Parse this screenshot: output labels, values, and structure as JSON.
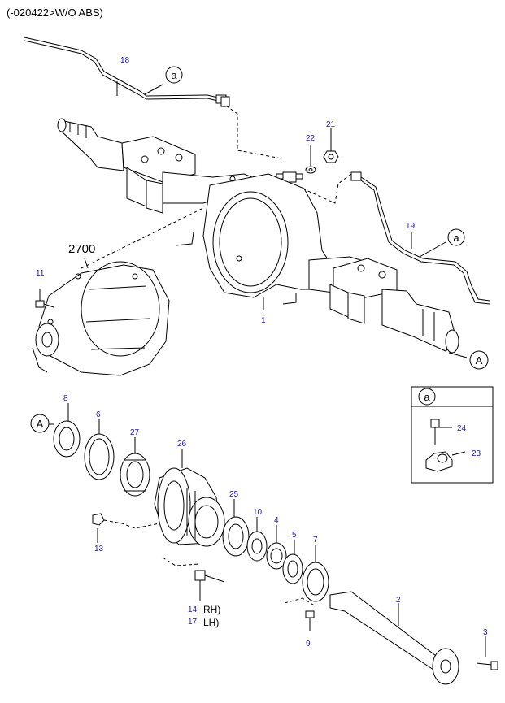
{
  "header": {
    "title": "(-020422>W/O ABS)"
  },
  "callouts": [
    {
      "id": "n18",
      "text": "18"
    },
    {
      "id": "n22",
      "text": "22"
    },
    {
      "id": "n21",
      "text": "21"
    },
    {
      "id": "n19",
      "text": "19"
    },
    {
      "id": "n2700",
      "text": "2700"
    },
    {
      "id": "n11",
      "text": "11"
    },
    {
      "id": "n1",
      "text": "1"
    },
    {
      "id": "n8",
      "text": "8"
    },
    {
      "id": "n6",
      "text": "6"
    },
    {
      "id": "n27",
      "text": "27"
    },
    {
      "id": "n26",
      "text": "26"
    },
    {
      "id": "n25",
      "text": "25"
    },
    {
      "id": "n10",
      "text": "10"
    },
    {
      "id": "n4",
      "text": "4"
    },
    {
      "id": "n5",
      "text": "5"
    },
    {
      "id": "n7",
      "text": "7"
    },
    {
      "id": "n13",
      "text": "13"
    },
    {
      "id": "n14",
      "text": "14"
    },
    {
      "id": "n17",
      "text": "17"
    },
    {
      "id": "n9",
      "text": "9"
    },
    {
      "id": "n2",
      "text": "2"
    },
    {
      "id": "n3",
      "text": "3"
    },
    {
      "id": "n24",
      "text": "24"
    },
    {
      "id": "n23",
      "text": "23"
    }
  ],
  "side_labels": {
    "rh": "RH)",
    "lh": "LH)"
  },
  "refs": {
    "a_top": "a",
    "a_right": "a",
    "a_inset": "a",
    "A_right": "A",
    "A_left": "A"
  }
}
